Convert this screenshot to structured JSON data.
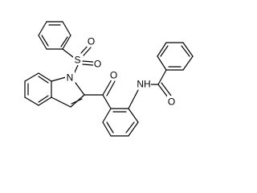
{
  "molecule": {
    "atom_labels": {
      "sulfur": "S",
      "sulfonyl_oxygen_top": "O",
      "sulfonyl_oxygen_right": "O",
      "indole_nitrogen": "N",
      "ketone_oxygen": "O",
      "amide_nitrogen": "NH",
      "amide_oxygen": "O"
    }
  }
}
